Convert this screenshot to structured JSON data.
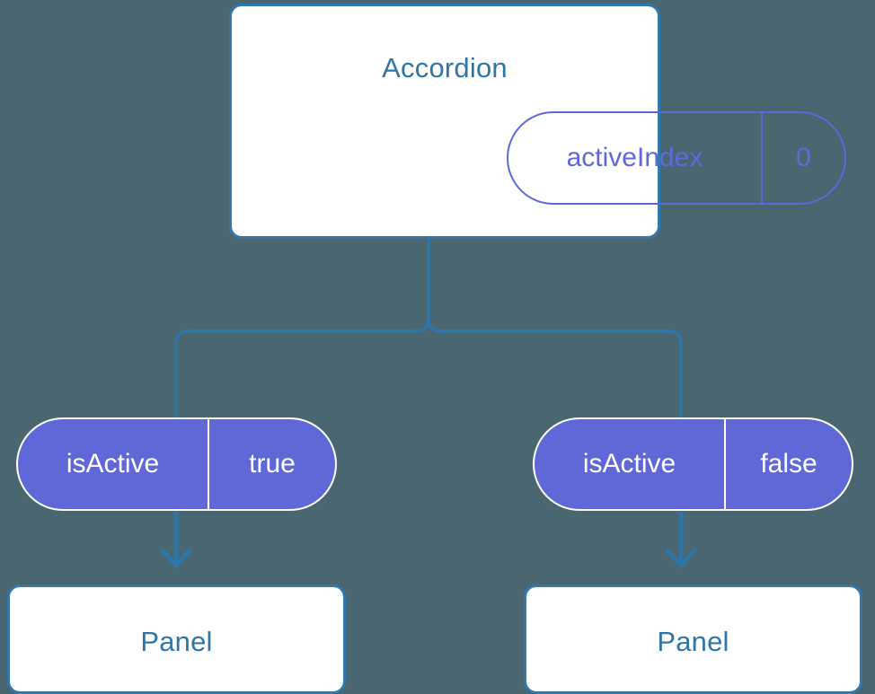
{
  "canvas": {
    "background_color": "#4a6670",
    "edge_color": "#2f76a8",
    "card_border_color": "#3178ad",
    "card_title_color": "#2f76a8",
    "pill_purple": "#6068d8",
    "pill_text_on_fill": "#ffffff"
  },
  "diagram": {
    "type": "component-tree",
    "root": {
      "title": "Accordion",
      "state": {
        "key": "activeIndex",
        "value": "0"
      }
    },
    "branches": [
      {
        "prop": {
          "key": "isActive",
          "value": "true"
        },
        "child": {
          "title": "Panel"
        }
      },
      {
        "prop": {
          "key": "isActive",
          "value": "false"
        },
        "child": {
          "title": "Panel"
        }
      }
    ]
  }
}
